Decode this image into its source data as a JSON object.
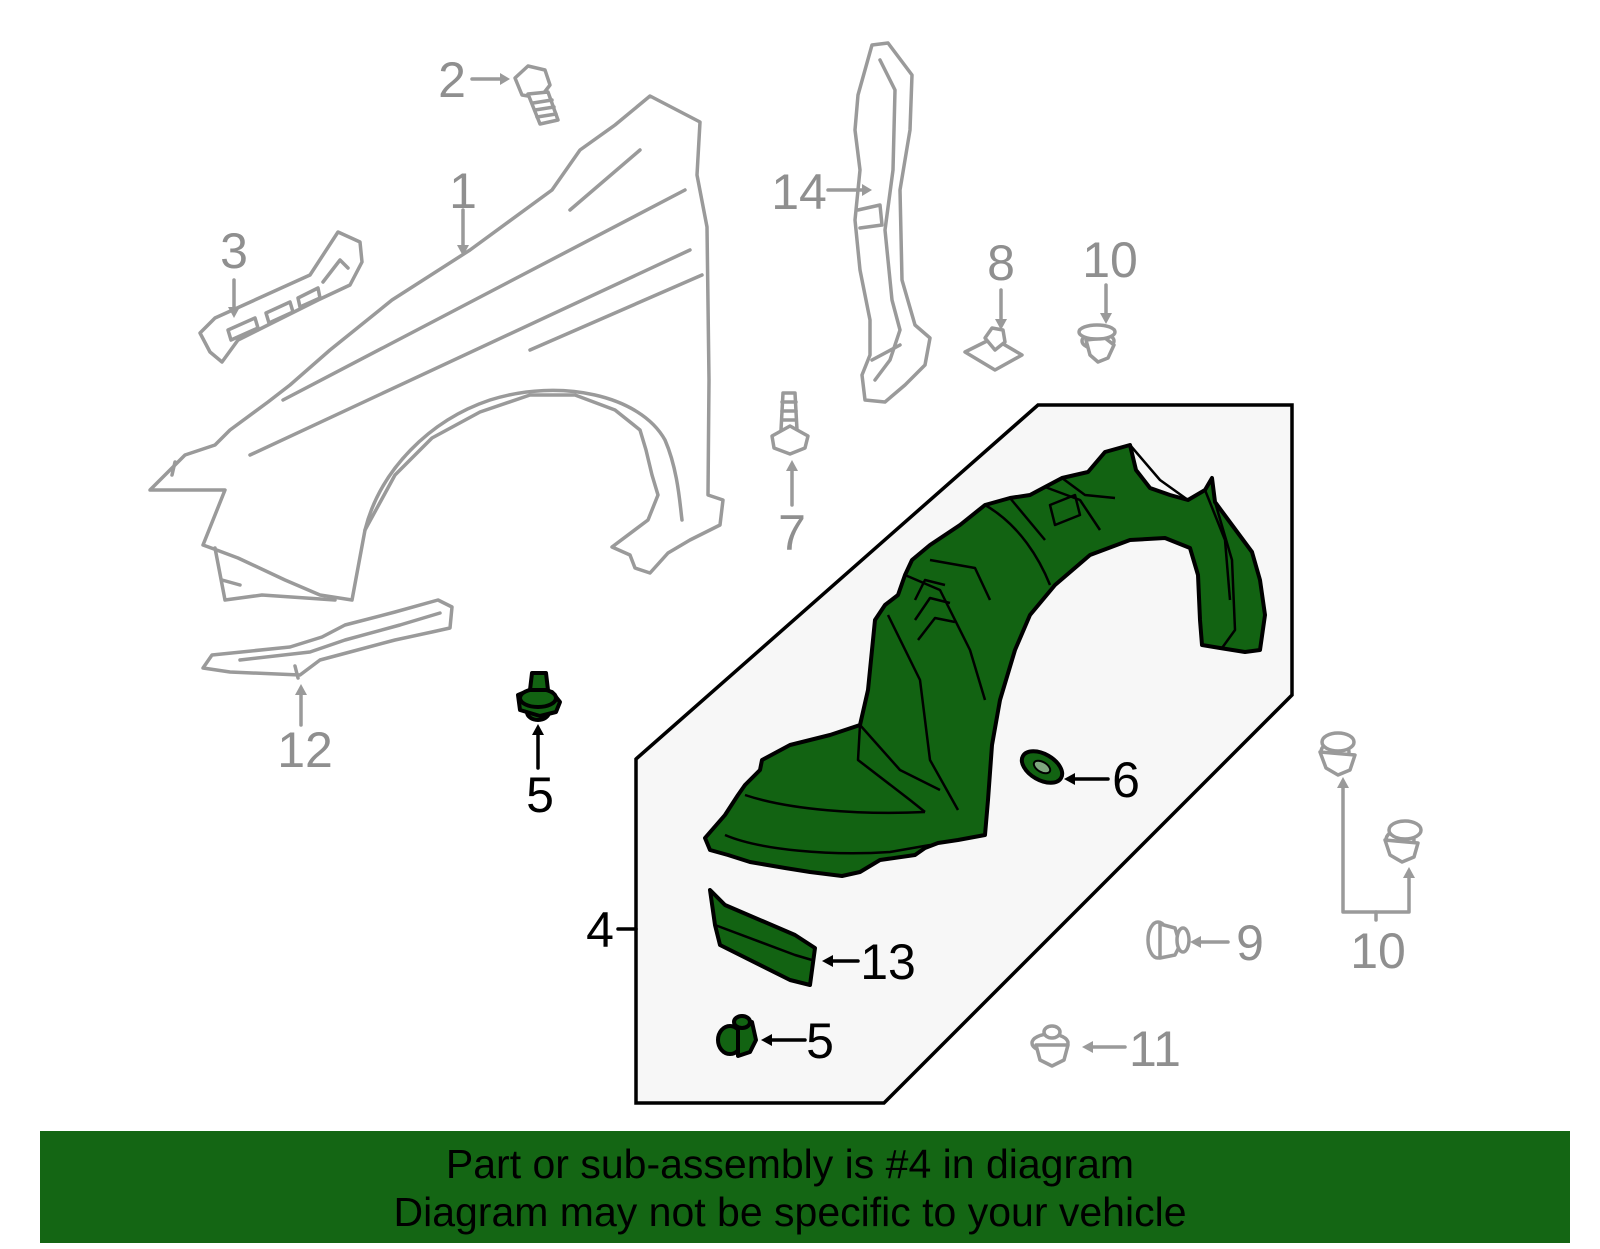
{
  "colors": {
    "highlight_green": "#126312",
    "banner_green": "#146614",
    "box_fill": "#f7f7f7",
    "gray_parts": "#9a9a9a"
  },
  "callouts": {
    "c1": "1",
    "c2": "2",
    "c3": "3",
    "c4": "4",
    "c5a": "5",
    "c5b": "5",
    "c6": "6",
    "c7": "7",
    "c8": "8",
    "c9": "9",
    "c10a": "10",
    "c10b": "10",
    "c11": "11",
    "c12": "12",
    "c13": "13",
    "c14": "14"
  },
  "banner": {
    "line1": "Part or sub-assembly is #4 in diagram",
    "line2": "Diagram may not be specific to your vehicle"
  }
}
